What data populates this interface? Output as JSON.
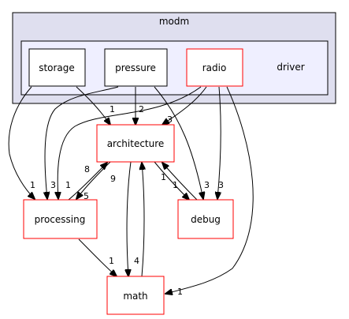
{
  "graph": {
    "outer_cluster": {
      "label": "modm"
    },
    "inner_cluster": {
      "label": "driver"
    },
    "nodes": {
      "storage": {
        "label": "storage"
      },
      "pressure": {
        "label": "pressure"
      },
      "radio": {
        "label": "radio"
      },
      "architecture": {
        "label": "architecture"
      },
      "processing": {
        "label": "processing"
      },
      "debug": {
        "label": "debug"
      },
      "math": {
        "label": "math"
      }
    },
    "edges": [
      {
        "id": "storage-architecture",
        "label": "1"
      },
      {
        "id": "storage-processing",
        "label": "1"
      },
      {
        "id": "pressure-architecture",
        "label": "2"
      },
      {
        "id": "pressure-processing",
        "label": "3"
      },
      {
        "id": "pressure-debug",
        "label": "3"
      },
      {
        "id": "radio-architecture",
        "label": "3"
      },
      {
        "id": "radio-processing",
        "label": "1"
      },
      {
        "id": "radio-debug",
        "label": "3"
      },
      {
        "id": "radio-math",
        "label": "1"
      },
      {
        "id": "architecture-processing",
        "label": "5"
      },
      {
        "id": "processing-architecture",
        "label": "8"
      },
      {
        "id": "architecture-debug",
        "label": "1"
      },
      {
        "id": "debug-architecture",
        "label": "1"
      },
      {
        "id": "architecture-math",
        "label": "9"
      },
      {
        "id": "math-architecture",
        "label": "4"
      },
      {
        "id": "processing-math",
        "label": "1"
      }
    ],
    "colors": {
      "outer_cluster_fill": "#dfdfef",
      "inner_cluster_fill": "#efefff",
      "internal_node_border": "#000000",
      "external_node_border": "#ff0000",
      "edge": "#000000"
    }
  }
}
